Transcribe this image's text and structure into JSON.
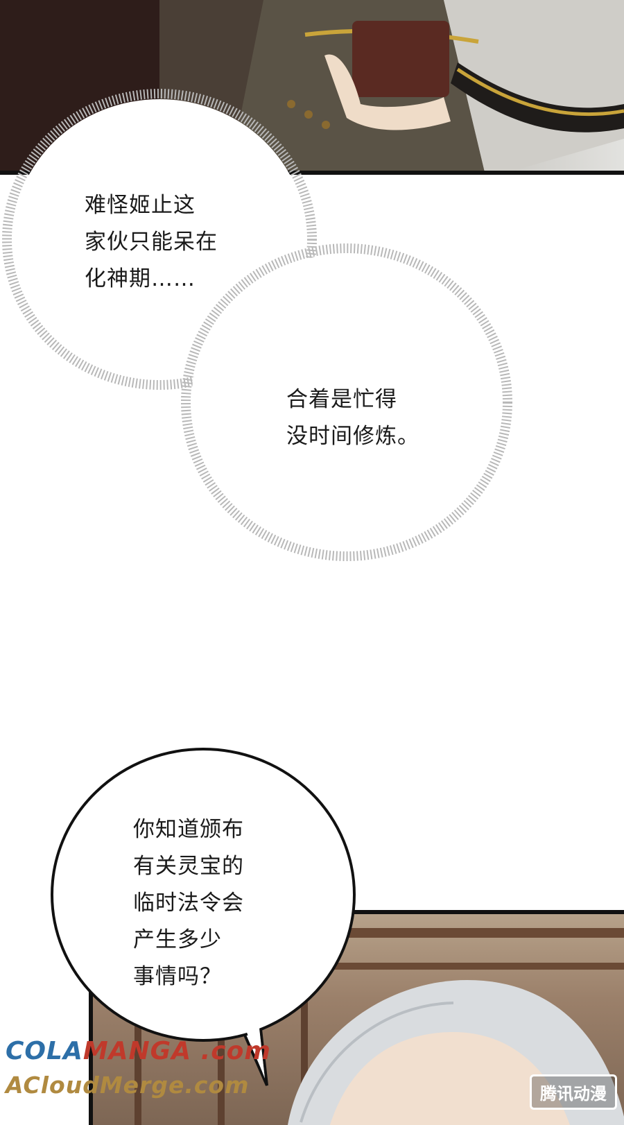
{
  "bubble_top_left": {
    "lines": "难怪姬止这\n家伙只能呆在\n化神期……"
  },
  "bubble_middle": {
    "lines": "合着是忙得\n没时间修炼。"
  },
  "bubble_bottom": {
    "lines": "你知道颁布\n有关灵宝的\n临时法令会\n产生多少\n事情吗？"
  },
  "watermark": {
    "site_part1": "COLA",
    "site_part2": "MANGA",
    "site_part3": " .com",
    "site_line2": "ACloudMerge.com",
    "colors": {
      "part1": "#2d6fa8",
      "part2": "#c0392b",
      "line2": "#b08a40"
    }
  },
  "brand_stamp": {
    "text": "腾讯动漫"
  },
  "colors": {
    "page": "#ffffff",
    "ink": "#1a1a1a",
    "border": "#111111",
    "halftone": "#b8b8b8"
  }
}
